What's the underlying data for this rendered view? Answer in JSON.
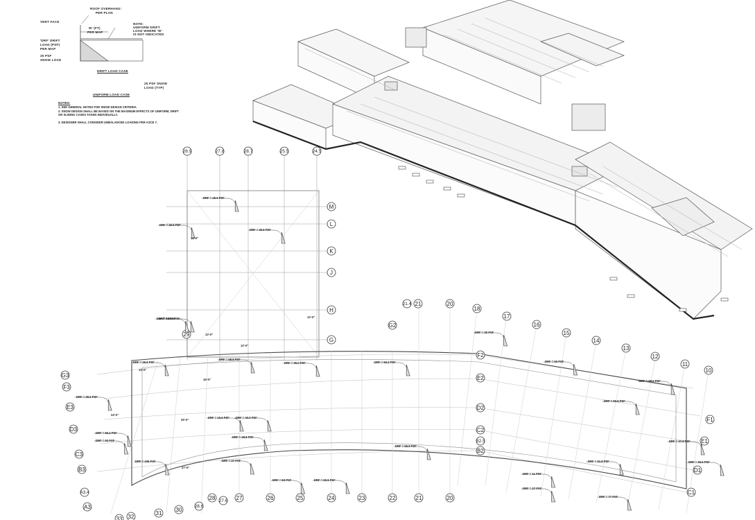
{
  "legend": {
    "roof_overhang": "ROOF OVERHANG:",
    "per_plan": "PER PLAN",
    "vert_face": "VERT FACE",
    "w_ft": "W' (FT)",
    "per_map": "PER MAP",
    "note_right_1": "NOTE:",
    "note_right_2": "UNIFORM DRIFT",
    "note_right_3": "LOAD WHERE 'W'",
    "note_right_4": "IS NOT INDICATED",
    "drf_drift": "'DRF' DRIFT",
    "load_psf": "LOAD (PSF)",
    "per_map2": "PER MAP",
    "psf25": "25 PSF",
    "snow_load": "SNOW LOAD",
    "drift_case": "DRIFT LOAD CASE",
    "uniform_psf": "25 PSF SNOW",
    "load_typ": "LOAD (TYP)",
    "uniform_case": "UNIFORM LOAD CASE"
  },
  "notes": {
    "title": "NOTES:",
    "items": [
      "1.  SEE GENERAL NOTES FOR SNOW DESIGN CRITERIA.",
      "2.  SNOW DESIGN SHALL BE BASED ON THE MAXIMUM EFFECTS OF UNIFORM, DRIFT OR SLIDING CASES TAKEN INDIVIDUALLY.",
      "3.  DESIGNER SHALL CONSIDER UNBALANCED LOADING PER ASCE 7."
    ]
  },
  "grid_top": [
    "28.9",
    "27.8",
    "28.7",
    "25.5",
    "24.5"
  ],
  "grid_right_upper": [
    "M",
    "L",
    "K",
    "J",
    "H",
    "G"
  ],
  "grid_middle_top": [
    "21.4",
    "21",
    "20",
    "18",
    "17",
    "16",
    "15",
    "14",
    "13",
    "12",
    "11",
    "10"
  ],
  "grid_right_lower": [
    "F2",
    "E2",
    "D2",
    "C2",
    "B2.5",
    "B2",
    "F1",
    "E1",
    "D1",
    "C1"
  ],
  "grid_left": [
    "G3",
    "F3",
    "E3",
    "D3",
    "C3",
    "B3",
    "A3.4",
    "A3"
  ],
  "grid_bottom": [
    "32",
    "31",
    "30",
    "28.6",
    "28",
    "27.6",
    "27",
    "26",
    "25",
    "24",
    "23",
    "22",
    "21",
    "20"
  ],
  "misc_bubbles": [
    "29",
    "G2",
    "33"
  ],
  "drift_labels": [
    "DRF = 25.6 PSF",
    "DRF = 25.6 PSF",
    "DRF = 25.6 PSF",
    "DRF = 25.6 PSF",
    "DRF = 69 PSF",
    "DRF = 58.8 PSF",
    "DRF = 35.0 PSF",
    "DRF = 66.2 PSF",
    "DRF = 25.6 PSF",
    "DRF = 25.6 PSF",
    "DRF = 65.2 PSF",
    "DRF = 92 PSF",
    "DRF = 106 PSF",
    "DRF = 15.6 PSF",
    "DRF = 40.0 PSF",
    "DRF = 28.8 PSF",
    "DRF = 27 PSF",
    "DRF = 50 PSF",
    "DRF = 60.6 PSF",
    "DRF = 55.9 PSF",
    "DRF = 30 PSF",
    "DRF = 50 PSF",
    "DRF = 55.0 PSF",
    "DRF = 50.5 PSF",
    "DRF = 37.8 PSF",
    "DRF = 35.6 PSF",
    "DRF = 61.8 PSF",
    "DRF = 11 PSF",
    "DRF = 27 PSF",
    "DRF = 77 PSF"
  ],
  "width_labels": [
    "12'-0\"",
    "12'-0\"",
    "13'-0\"",
    "12'-0\"",
    "12'-0\"",
    "24'-0\"",
    "16'-0\"",
    "25'-0\"",
    "27'-0\""
  ],
  "colors": {
    "line": "#555555",
    "light": "#bbbbbb",
    "ink": "#222222"
  }
}
